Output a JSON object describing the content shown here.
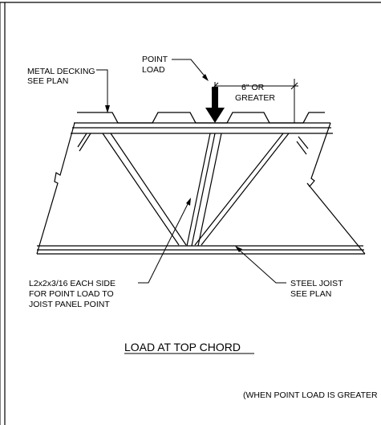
{
  "labels": {
    "metal_decking": [
      "METAL DECKING",
      "SEE PLAN"
    ],
    "point_load": [
      "POINT",
      "LOAD"
    ],
    "distance": [
      "6\" OR",
      "GREATER"
    ],
    "angle_member": [
      "L2x2x3/16 EACH SIDE",
      "FOR POINT LOAD TO",
      "JOIST PANEL POINT"
    ],
    "steel_joist": [
      "STEEL JOIST",
      "SEE PLAN"
    ]
  },
  "title": "LOAD AT TOP CHORD",
  "footnote": "(WHEN POINT LOAD IS GREATER"
}
